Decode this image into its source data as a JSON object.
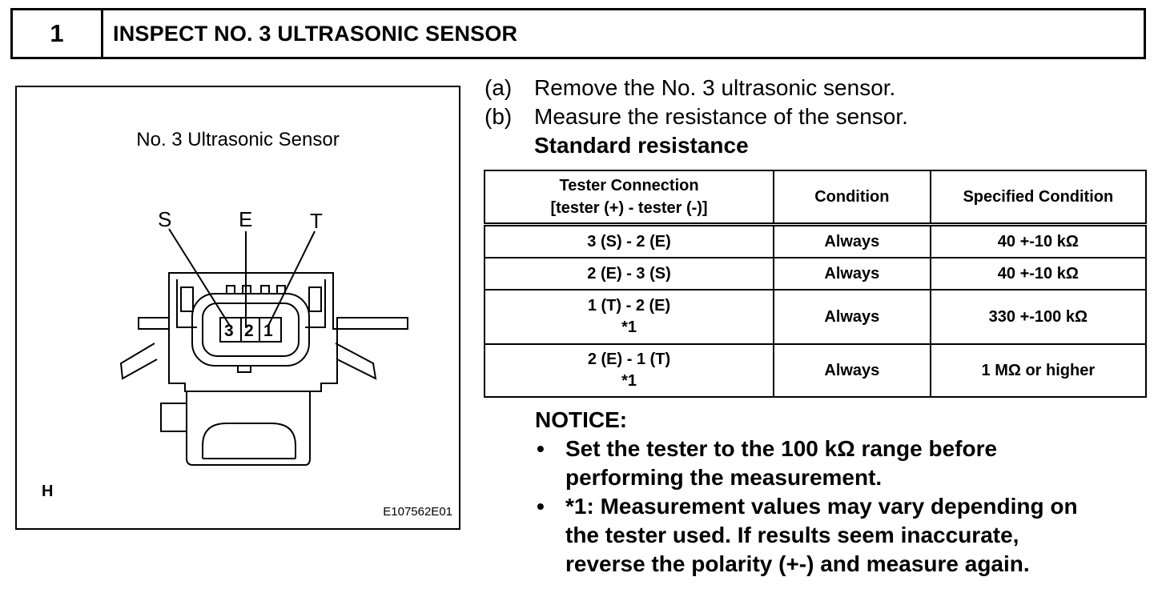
{
  "header": {
    "step_number": "1",
    "title": "INSPECT NO. 3 ULTRASONIC SENSOR"
  },
  "figure": {
    "title": "No. 3 Ultrasonic Sensor",
    "pin_labels": {
      "s": "S",
      "e": "E",
      "t": "T"
    },
    "terminal_numbers": [
      "3",
      "2",
      "1"
    ],
    "corner_mark": "H",
    "figure_code": "E107562E01"
  },
  "steps": [
    {
      "label": "(a)",
      "text": "Remove the No. 3 ultrasonic sensor."
    },
    {
      "label": "(b)",
      "text": "Measure the resistance of the sensor."
    }
  ],
  "standard_label": "Standard resistance",
  "table": {
    "headers": {
      "connection_line1": "Tester Connection",
      "connection_line2": "[tester (+) - tester (-)]",
      "condition": "Condition",
      "specified": "Specified Condition"
    },
    "rows": [
      {
        "connection": "3 (S) - 2 (E)",
        "note": "",
        "condition": "Always",
        "specified": "40 +-10 kΩ"
      },
      {
        "connection": "2 (E) - 3 (S)",
        "note": "",
        "condition": "Always",
        "specified": "40 +-10 kΩ"
      },
      {
        "connection": "1 (T) - 2 (E)",
        "note": "*1",
        "condition": "Always",
        "specified": "330 +-100 kΩ"
      },
      {
        "connection": "2 (E) - 1 (T)",
        "note": "*1",
        "condition": "Always",
        "specified": "1 MΩ or higher"
      }
    ]
  },
  "notice": {
    "heading": "NOTICE:",
    "bullet_char": "•",
    "items": [
      {
        "lines": [
          "Set the tester to the 100 kΩ range before",
          "performing the measurement."
        ]
      },
      {
        "lines": [
          "*1: Measurement values may vary depending on",
          "the tester used. If results seem inaccurate,",
          "reverse the polarity (+-) and measure again."
        ]
      }
    ]
  }
}
